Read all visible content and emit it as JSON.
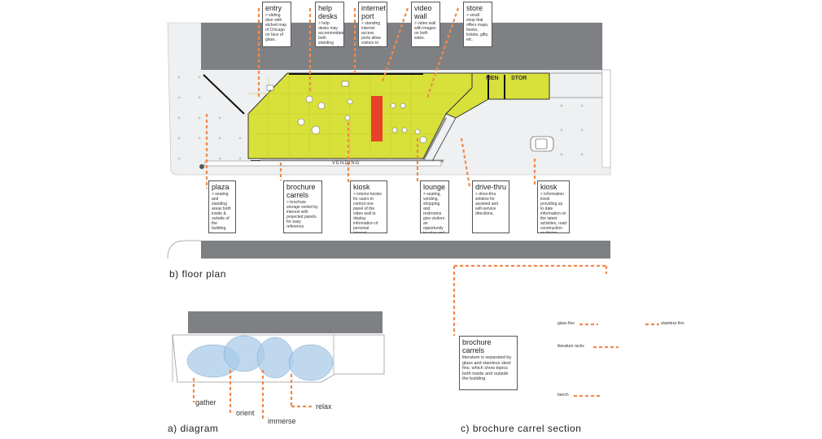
{
  "callouts_top": [
    {
      "title": "entry",
      "desc": "> sliding door with etched map of Chicago on face of glass."
    },
    {
      "title": "help desks",
      "desc": "> help desks may accommodate both standing and seated interaction."
    },
    {
      "title": "internet port",
      "desc": "> standing internet access ports allow visitors to search with assistance or on their own."
    },
    {
      "title": "video wall",
      "desc": "> video wall with images on both sides."
    },
    {
      "title": "store",
      "desc": "> small shop that offers maps, books, tickets, gifts, etc."
    }
  ],
  "callouts_bottom": [
    {
      "title": "plaza",
      "desc": "> seating and standing areas both inside & outside of the building."
    },
    {
      "title": "brochure carrels",
      "desc": "> brochure storage sorted by interest with projected panels for easy reference."
    },
    {
      "title": "kiosk",
      "desc": "> interior kiosks for users to control one panel of the video wall to display information of personal interest."
    },
    {
      "title": "lounge",
      "desc": "> seating, vending, shopping and restrooms give visitors an opportunity to relax and unwind."
    },
    {
      "title": "drive-thru",
      "desc": "> drive-thru window for assisted and self-service directions."
    },
    {
      "title": "kiosk",
      "desc": "> information kiosk providing up to date information on the latest activities, road construction or driving directions."
    }
  ],
  "plan_labels": {
    "men": "MEN",
    "stor": "STOR",
    "vending": "VENDING"
  },
  "diagram_labels": {
    "gather": "gather",
    "orient": "orient",
    "immerse": "immerse",
    "relax": "relax"
  },
  "section": {
    "title": "brochure carrels",
    "desc": "literature is separated by glass and stainless steel fins, which show topics both inside and outside the building.",
    "glass_fins": "glass fins",
    "stainless_fins": "stainless fins",
    "literature_racks": "literature racks",
    "bench": "bench"
  },
  "captions": {
    "floor_plan": "b) floor plan",
    "diagram": "a) diagram",
    "section": "c) brochure carrel section"
  },
  "colors": {
    "accent": "#f08a4b",
    "floor": "#d8e03a",
    "wall": "#7e8084",
    "video": "#e8402a",
    "bubble": "#a9cbe8"
  }
}
